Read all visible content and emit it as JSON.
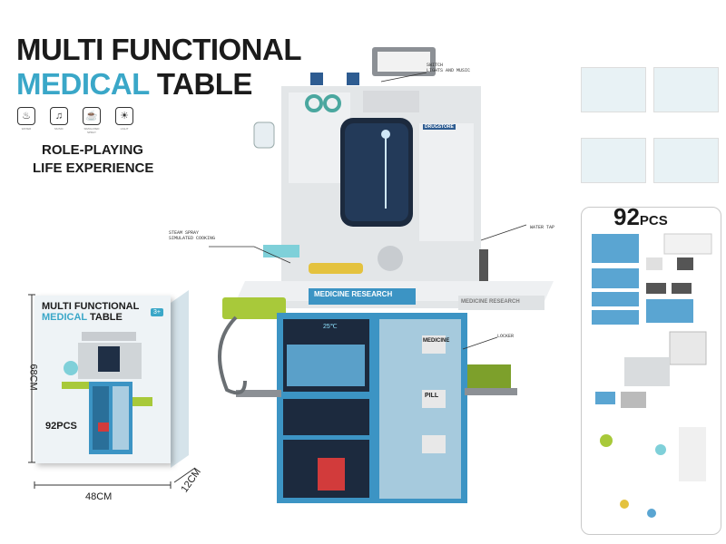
{
  "title": {
    "line1": "MULTI FUNCTIONAL",
    "line2_accent": "MEDICAL",
    "line2_rest": "TABLE"
  },
  "features": [
    {
      "icon": "water-icon",
      "label": "WATER"
    },
    {
      "icon": "music-icon",
      "label": "MUSIC"
    },
    {
      "icon": "cooking-icon",
      "label": "SIMULATED SPRAY"
    },
    {
      "icon": "light-icon",
      "label": "LIGHT"
    }
  ],
  "tagline": {
    "line1": "ROLE-PLAYING",
    "line2": "LIFE EXPERIENCE"
  },
  "box": {
    "title1": "MULTI FUNCTIONAL",
    "title2_accent": "MEDICAL",
    "title2_rest": "TABLE",
    "age": "3+",
    "pieces": "92PCS"
  },
  "dimensions": {
    "height": "68CM",
    "width": "48CM",
    "depth": "12CM"
  },
  "callouts": {
    "switch": "SWITCH\nLIGHTS AND MUSIC",
    "steam": "STEAM SPRAY\nSIMULATED COOKING",
    "water_tap": "WATER TAP",
    "locker": "LOCKER"
  },
  "table_labels": {
    "medicine_research": "MEDICINE RESEARCH",
    "medicine_research_side": "MEDICINE RESEARCH",
    "medicine": "MEDICINE",
    "pill": "PILL",
    "temp": "25℃",
    "drugstore": "DRUGSTORE"
  },
  "pieces": {
    "count": "92",
    "unit": "PCS"
  },
  "colors": {
    "accent": "#3aa7c8",
    "table_blue": "#3c94c4",
    "table_grey": "#d9dcde",
    "green": "#a8c93a"
  }
}
